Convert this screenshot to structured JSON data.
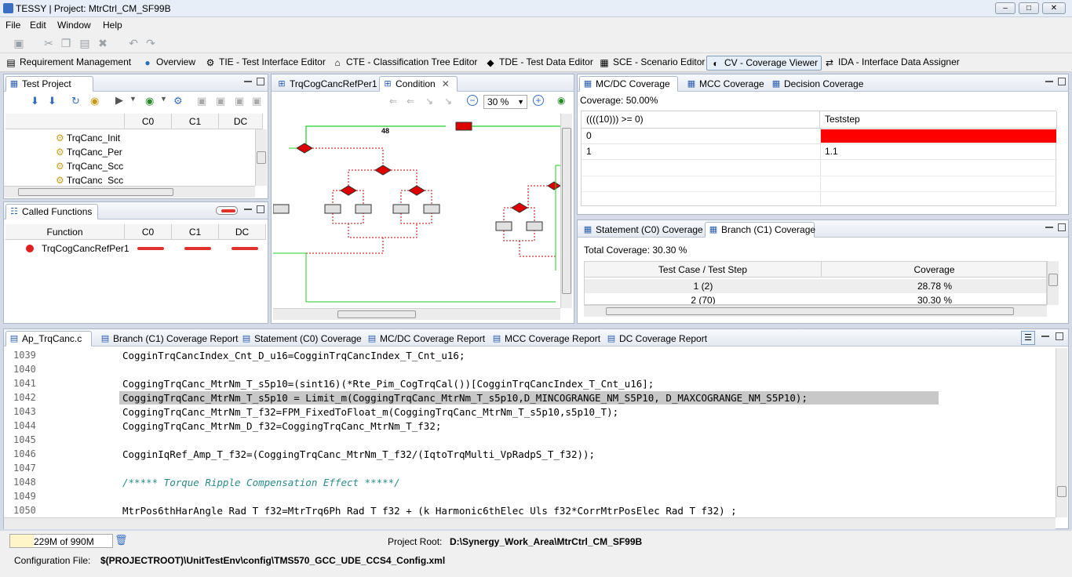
{
  "window": {
    "title": "TESSY | Project: MtrCtrl_CM_SF99B"
  },
  "menu": [
    "File",
    "Edit",
    "Window",
    "Help"
  ],
  "perspectives": [
    {
      "label": "Requirement Management",
      "icon": "requirement-icon"
    },
    {
      "label": "Overview",
      "icon": "globe-icon"
    },
    {
      "label": "TIE - Test Interface Editor",
      "icon": "tie-icon"
    },
    {
      "label": "CTE - Classification Tree Editor",
      "icon": "cte-icon"
    },
    {
      "label": "TDE - Test Data Editor",
      "icon": "tde-icon"
    },
    {
      "label": "SCE - Scenario Editor",
      "icon": "sce-icon"
    },
    {
      "label": "CV - Coverage Viewer",
      "icon": "cv-icon"
    },
    {
      "label": "IDA - Interface Data Assigner",
      "icon": "ida-icon"
    }
  ],
  "test_project": {
    "tab": "Test Project",
    "columns": [
      "C0",
      "C1",
      "DC"
    ],
    "items": [
      "TrqCanc_Init",
      "TrqCanc_Per",
      "TrqCanc_Scc",
      "TrqCanc_Scc"
    ]
  },
  "called_functions": {
    "tab": "Called Functions",
    "columns": [
      "Function",
      "C0",
      "C1",
      "DC"
    ],
    "rows": [
      {
        "name": "TrqCogCancRefPer1"
      }
    ]
  },
  "flow": {
    "tabs": [
      "TrqCogCancRefPer1",
      "Condition"
    ],
    "zoom": "30 %",
    "label": "48"
  },
  "mcdc": {
    "tabs": [
      "MC/DC Coverage",
      "MCC Coverage",
      "Decision Coverage"
    ],
    "coverage": "Coverage:  50.00%",
    "col1": "((((10))) >= 0)",
    "col2": "Teststep",
    "rows": [
      {
        "a": "0",
        "b": ""
      },
      {
        "a": "1",
        "b": "1.1"
      }
    ],
    "fail_color": "#ff0000"
  },
  "branch": {
    "tabs": [
      "Statement (C0) Coverage",
      "Branch (C1) Coverage"
    ],
    "total": "Total Coverage: 30.30 %",
    "columns": [
      "Test Case / Test Step",
      "Coverage"
    ],
    "rows": [
      {
        "a": "1 (2)",
        "b": "28.78 %"
      },
      {
        "a": "2 (70)",
        "b": "30.30 %"
      }
    ]
  },
  "editor": {
    "tabs": [
      "Ap_TrqCanc.c",
      "Branch (C1) Coverage Report",
      "Statement (C0) Coverage",
      "MC/DC Coverage Report",
      "MCC Coverage Report",
      "DC Coverage Report"
    ],
    "lines": [
      {
        "n": "1039",
        "t": "CogginTrqCancIndex_Cnt_D_u16=CogginTrqCancIndex_T_Cnt_u16;"
      },
      {
        "n": "1040",
        "t": ""
      },
      {
        "n": "1041",
        "t": "CoggingTrqCanc_MtrNm_T_s5p10=(sint16)(*Rte_Pim_CogTrqCal())[CogginTrqCancIndex_T_Cnt_u16];"
      },
      {
        "n": "1042",
        "t": "CoggingTrqCanc_MtrNm_T_s5p10 = Limit_m(CoggingTrqCanc_MtrNm_T_s5p10,D_MINCOGRANGE_NM_S5P10, D_MAXCOGRANGE_NM_S5P10);"
      },
      {
        "n": "1043",
        "t": "CoggingTrqCanc_MtrNm_T_f32=FPM_FixedToFloat_m(CoggingTrqCanc_MtrNm_T_s5p10,s5p10_T);"
      },
      {
        "n": "1044",
        "t": "CoggingTrqCanc_MtrNm_D_f32=CoggingTrqCanc_MtrNm_T_f32;"
      },
      {
        "n": "1045",
        "t": ""
      },
      {
        "n": "1046",
        "t": "CogginIqRef_Amp_T_f32=(CoggingTrqCanc_MtrNm_T_f32/(IqtoTrqMulti_VpRadpS_T_f32));"
      },
      {
        "n": "1047",
        "t": ""
      },
      {
        "n": "1048",
        "t": "/***** Torque Ripple Compensation Effect *****/"
      },
      {
        "n": "1049",
        "t": ""
      },
      {
        "n": "1050",
        "t": "MtrPos6thHarAngle Rad T f32=MtrTrq6Ph Rad T f32 + (k Harmonic6thElec Uls f32*CorrMtrPosElec Rad T f32) ;"
      }
    ]
  },
  "status": {
    "memory": "229M of 990M",
    "project_root_label": "Project Root:",
    "project_root": "D:\\Synergy_Work_Area\\MtrCtrl_CM_SF99B",
    "config_label": "Configuration File:",
    "config": "$(PROJECTROOT)\\UnitTestEnv\\config\\TMS570_GCC_UDE_CCS4_Config.xml"
  }
}
